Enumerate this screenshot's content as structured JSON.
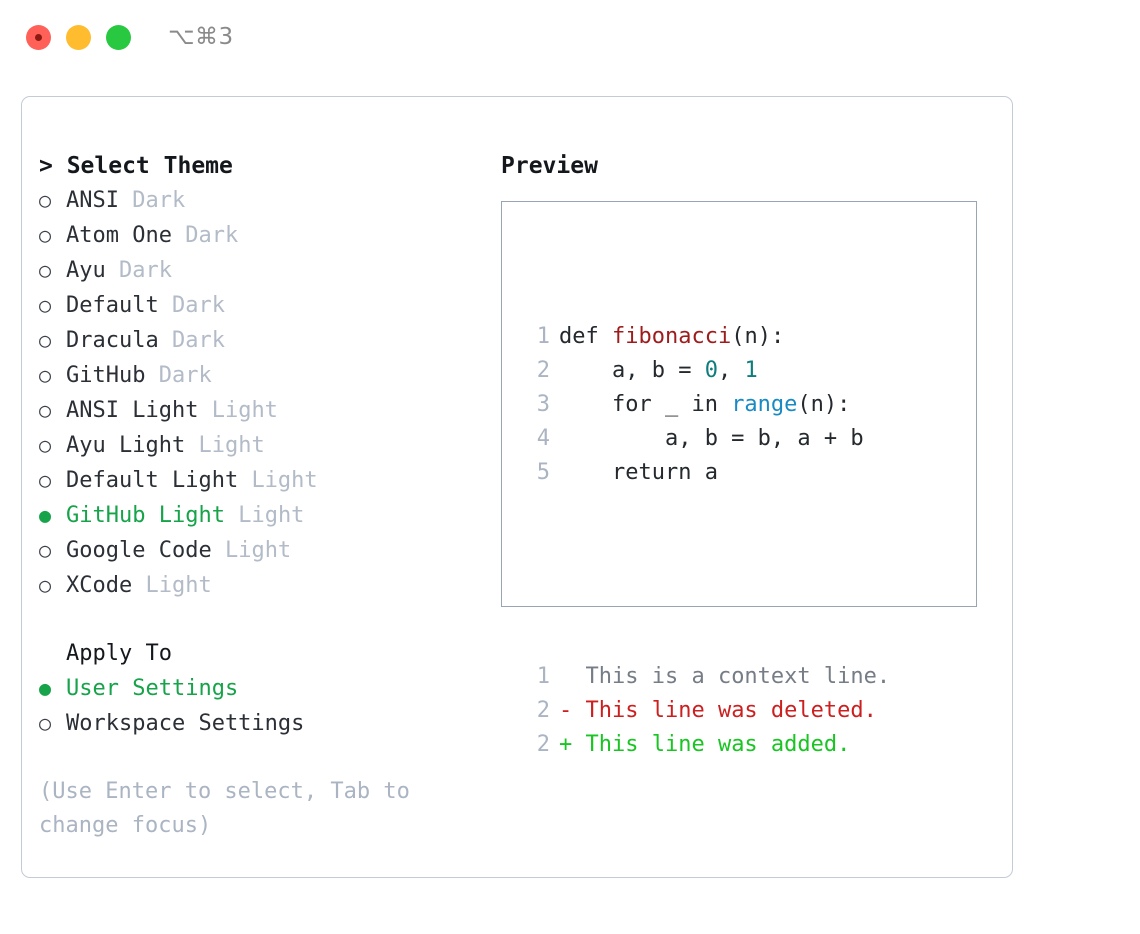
{
  "titlebar": {
    "shortcut": "⌥⌘3",
    "lights": [
      "close",
      "minimize",
      "zoom"
    ]
  },
  "theme_panel": {
    "title": "> Select Theme",
    "marker_selected": "●",
    "marker_unselected": "○",
    "selected_color": "#16a34a",
    "items": [
      {
        "marker": "○",
        "name": "ANSI",
        "variant": "Dark",
        "selected": false
      },
      {
        "marker": "○",
        "name": "Atom One",
        "variant": "Dark",
        "selected": false
      },
      {
        "marker": "○",
        "name": "Ayu",
        "variant": "Dark",
        "selected": false
      },
      {
        "marker": "○",
        "name": "Default",
        "variant": "Dark",
        "selected": false
      },
      {
        "marker": "○",
        "name": "Dracula",
        "variant": "Dark",
        "selected": false
      },
      {
        "marker": "○",
        "name": "GitHub",
        "variant": "Dark",
        "selected": false
      },
      {
        "marker": "○",
        "name": "ANSI Light",
        "variant": "Light",
        "selected": false
      },
      {
        "marker": "○",
        "name": "Ayu Light",
        "variant": "Light",
        "selected": false
      },
      {
        "marker": "○",
        "name": "Default Light",
        "variant": "Light",
        "selected": false
      },
      {
        "marker": "●",
        "name": "GitHub Light",
        "variant": "Light",
        "selected": true
      },
      {
        "marker": "○",
        "name": "Google Code",
        "variant": "Light",
        "selected": false
      },
      {
        "marker": "○",
        "name": "XCode",
        "variant": "Light",
        "selected": false
      }
    ],
    "apply_to": {
      "heading": "Apply To",
      "options": [
        {
          "marker": "●",
          "label": "User Settings",
          "selected": true
        },
        {
          "marker": "○",
          "label": "Workspace Settings",
          "selected": false
        }
      ]
    },
    "hint": "(Use Enter to select, Tab to change focus)"
  },
  "preview": {
    "title": "Preview",
    "code_lines": [
      {
        "lineno": "1",
        "tokens": [
          {
            "text": "def ",
            "type": "plain"
          },
          {
            "text": "fibonacci",
            "type": "func"
          },
          {
            "text": "(n):",
            "type": "plain"
          }
        ]
      },
      {
        "lineno": "2",
        "tokens": [
          {
            "text": "    a, b = ",
            "type": "plain"
          },
          {
            "text": "0",
            "type": "num"
          },
          {
            "text": ", ",
            "type": "plain"
          },
          {
            "text": "1",
            "type": "num"
          }
        ]
      },
      {
        "lineno": "3",
        "tokens": [
          {
            "text": "    for _ in ",
            "type": "plain"
          },
          {
            "text": "range",
            "type": "builtin"
          },
          {
            "text": "(n):",
            "type": "plain"
          }
        ]
      },
      {
        "lineno": "4",
        "tokens": [
          {
            "text": "        a, b = b, a + b",
            "type": "plain"
          }
        ]
      },
      {
        "lineno": "5",
        "tokens": [
          {
            "text": "    return a",
            "type": "plain"
          }
        ]
      }
    ],
    "diff_lines": [
      {
        "lineno": "1",
        "sign": " ",
        "text": " This is a context line.",
        "kind": "context"
      },
      {
        "lineno": "2",
        "sign": "-",
        "text": " This line was deleted.",
        "kind": "deleted"
      },
      {
        "lineno": "2",
        "sign": "+",
        "text": " This line was added.",
        "kind": "added"
      }
    ],
    "colors": {
      "function": "#9e1c1c",
      "number": "#0f7d7d",
      "builtin": "#1a8ac4",
      "deleted": "#cc1f1f",
      "added": "#19c423",
      "context": "#767d86",
      "gutter": "#aab4c2"
    }
  }
}
